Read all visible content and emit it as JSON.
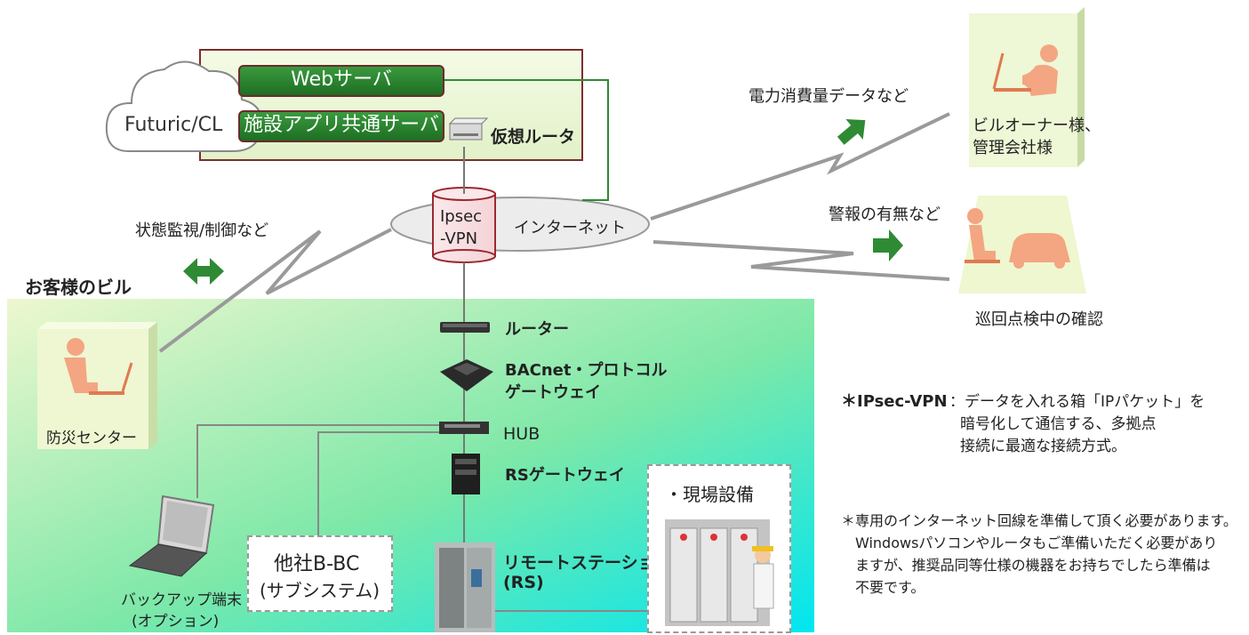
{
  "colors": {
    "accent_green": "#2e8b34",
    "cloud_border": "#7a2e2e",
    "building_grad_start": "#e6f5c8",
    "building_grad_end": "#00e5ee"
  },
  "cloud": {
    "label": "Futuric/CL",
    "web_server": "Webサーバ",
    "shared_server": "施設アプリ共通サーバ",
    "virtual_router": "仮想ルータ"
  },
  "network": {
    "vpn_line1": "Ipsec",
    "vpn_line2": "-VPN",
    "internet": "インターネット"
  },
  "left": {
    "monitor_label": "状態監視/制御など",
    "building_title": "お客様のビル",
    "disaster_center": "防災センター"
  },
  "devices": {
    "router": "ルーター",
    "bacnet_line1": "BACnet・プロトコル",
    "bacnet_line2": "ゲートウェイ",
    "hub": "HUB",
    "rs_gateway": "RSゲートウェイ",
    "remote_line1": "リモートステーション",
    "remote_line2": "(RS)"
  },
  "backup": {
    "line1": "バックアップ端末",
    "line2": "(オプション)"
  },
  "other": {
    "line1": "他社B-BC",
    "line2": "(サブシステム)"
  },
  "site": {
    "label": "・現場設備"
  },
  "right": {
    "power_data": "電力消費量データなど",
    "owner_line1": "ビルオーナー様、",
    "owner_line2": "管理会社様",
    "alarm": "警報の有無など",
    "patrol": "巡回点検中の確認"
  },
  "notes": {
    "ipsec_key": "＊IPsec-VPN",
    "ipsec_text1": "：データを入れる箱「IPパケット」を",
    "ipsec_text2": "暗号化して通信する、多拠点",
    "ipsec_text3": "接続に最適な接続方式。",
    "line_note1": "＊専用のインターネット回線を準備して頂く必要があります。",
    "line_note2": "Windowsパソコンやルータもご準備いただく必要があり",
    "line_note3": "ますが、推奨品同等仕様の機器をお持ちでしたら準備は",
    "line_note4": "不要です。"
  }
}
